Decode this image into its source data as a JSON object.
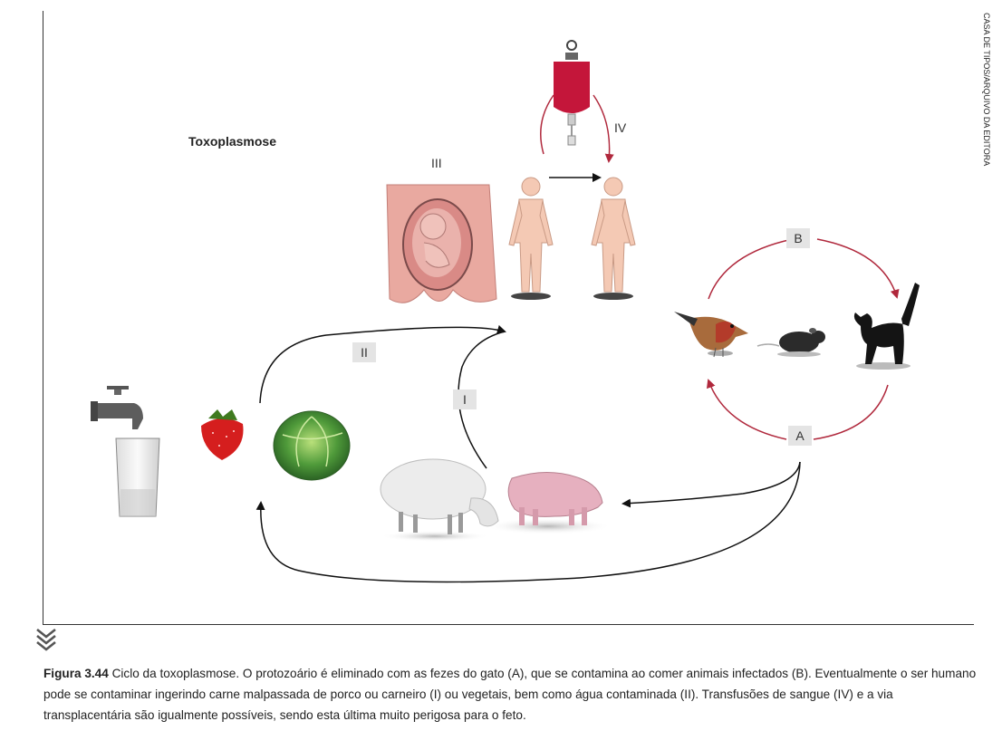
{
  "credit": "CASA DE TIPOS/ARQUIVO DA EDITORA",
  "diagram": {
    "title": "Toxoplasmose",
    "labels": {
      "i": "I",
      "ii": "II",
      "iii": "III",
      "iv": "IV",
      "a": "A",
      "b": "B"
    }
  },
  "caption": {
    "figure_number": "Figura 3.44",
    "text": "Ciclo da toxoplasmose. O protozoário é eliminado com as fezes do gato (A), que se contamina ao comer animais infectados (B). Eventualmente o ser humano pode se contaminar ingerindo carne malpassada de porco ou carneiro (I) ou vegetais, bem como água contaminada (II). Transfusões de sangue (IV) e a via transplacentária são igualmente possíveis, sendo esta última muito perigosa para o feto."
  },
  "colors": {
    "cycle_arrow": "#b0283c",
    "flow_arrow": "#111111",
    "blood": "#c4163a",
    "skin": "#f4c9b4",
    "label_box": "#e4e4e4"
  }
}
